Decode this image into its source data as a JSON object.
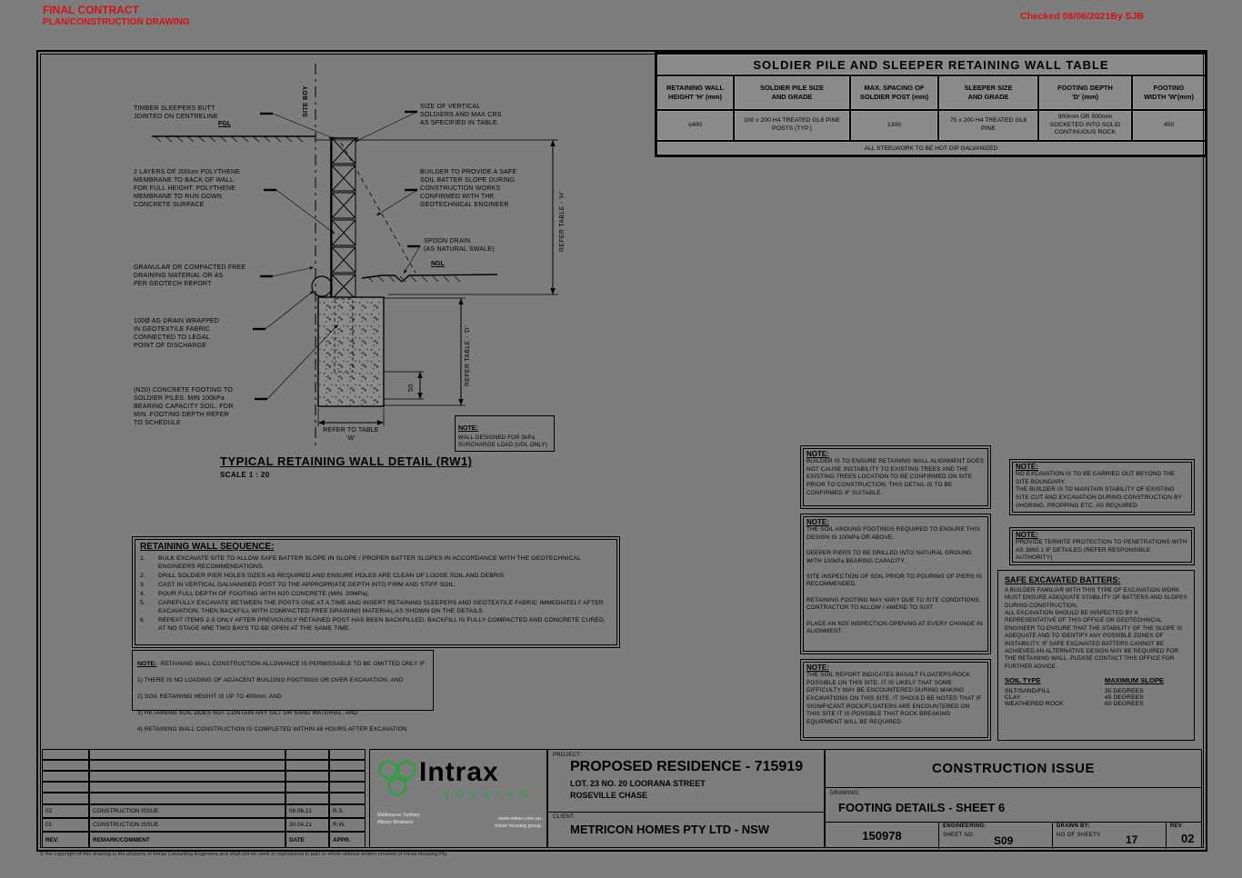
{
  "stamps": {
    "line1": "FINAL CONTRACT",
    "line2": "PLAN/CONSTRUCTION DRAWING",
    "checked": "Checked 08/06/2021By SJB"
  },
  "pile_table": {
    "title": "SOLDIER PILE AND SLEEPER RETAINING WALL TABLE",
    "headers": [
      "RETAINING WALL\nHEIGHT 'H' (mm)",
      "SOLDIER PILE SIZE\nAND GRADE",
      "MAX. SPACING OF\nSOLDIER POST (mm)",
      "SLEEPER SIZE\nAND GRADE",
      "FOOTING DEPTH\n'D' (mm)",
      "FOOTING\nWIDTH 'W'(mm)"
    ],
    "row": [
      "≤400",
      "100 x 200 H4 TREATED GL8 PINE\nPOSTS (TYP.)",
      "1300",
      "75 x 200 H4 TREATED GL8\nPINE",
      "900mm OR 500mm\nSOCKETED INTO SOLID\nCONTINUOUS ROCK",
      "450"
    ],
    "footnote": "ALL STEELWORK TO BE HOT DIP GALVANIZED"
  },
  "detail": {
    "title": "TYPICAL RETAINING WALL DETAIL (RW1)",
    "scale": "SCALE 1 : 20",
    "boundary_label": "SITE BDY",
    "fgl_label": "FGL",
    "ngl_label": "NGL",
    "ann_sleepers": "TIMBER SLEEPERS BUTT\nJOINTED ON CENTRELINE",
    "ann_membrane": "2 LAYERS OF 200um POLYTHENE\nMEMBRANE TO BACK OF WALL\nFOR FULL HEIGHT. POLYTHENE\nMEMBRANE TO RUN DOWN\nCONCRETE SURFACE",
    "ann_granular": "GRANULAR OR COMPACTED FREE\nDRAINING MATERIAL OR AS\nPER GEOTECH REPORT",
    "ann_agdrain": "100Ø AG DRAIN WRAPPED\nIN GEOTEXTILE FABRIC\nCONNECTED TO LEGAL\nPOINT OF DISCHARGE",
    "ann_footing": "(N20) CONCRETE FOOTING TO\nSOLDIER PILES. MIN 100kPa\nBEARING CAPACITY SOIL. FOR\nMIN. FOOTING DEPTH REFER\nTO SCHEDULE",
    "ann_soldiers": "SIZE OF VERTICAL\nSOLDIERS AND MAX CRS\nAS SPECIFIED IN TABLE.",
    "ann_batter": "BUILDER TO PROVIDE A SAFE\nSOIL BATTER SLOPE DURING\nCONSTRUCTION WORKS\nCONFIRMED WITH THE\nGEOTECHNICAL ENGINEER",
    "ann_spoon": "SPOON DRAIN\n(AS NATURAL SWALE)",
    "dim_h": "REFER TABLE - 'H'",
    "dim_d": "REFER TABLE - 'D'",
    "dim_w": "REFER TO TABLE\n'W'",
    "dim_50": "50",
    "note_label": "NOTE:",
    "note_body": "WALL DESIGNED FOR 5kPa\nSURCHARGE LOAD (UDL ONLY)"
  },
  "sequence": {
    "heading": "RETAINING WALL SEQUENCE:",
    "items": [
      {
        "num": "1.",
        "text": "BULK EXCAVATE SITE TO ALLOW SAFE BATTER SLOPE IN SLOPE / PROPER BATTER SLOPES IN ACCORDANCE WITH THE GEOTECHNICAL ENGINEERS RECOMMENDATIONS."
      },
      {
        "num": "2.",
        "text": "DRILL SOLDIER PIER HOLES SIZES AS REQUIRED AND ENSURE HOLES ARE CLEAN OF LOOSE SOIL AND DEBRIS"
      },
      {
        "num": "3.",
        "text": "CAST IN VERTICAL GALVANISED POST TO THE APPROPRIATE DEPTH INTO FIRM AND STIFF SOIL."
      },
      {
        "num": "4.",
        "text": "POUR FULL DEPTH OF FOOTING WITH N20 CONCRETE (MIN. 20MPa)."
      },
      {
        "num": "5.",
        "text": "CAREFULLY EXCAVATE BETWEEN THE POSTS ONE AT A TIME AND INSERT RETAINING SLEEPERS AND GEOTEXTILE FABRIC IMMEDIATELY AFTER EXCAVATION, THEN BACKFILL WITH COMPACTED FREE DRAINING MATERIAL AS SHOWN ON THE DETAILS"
      },
      {
        "num": "6.",
        "text": "REPEAT ITEMS 2-5 ONLY AFTER PREVIOUSLY RETAINED POST HAS BEEN BACKFILLED, BACKFILL IS FULLY COMPACTED AND CONCRETE CURED. AT NO STAGE ARE TWO BAYS TO BE OPEN AT THE SAME TIME."
      }
    ]
  },
  "allowance_note": {
    "label": "NOTE:",
    "body": "RETAINING WALL CONSTRUCTION ALLOWANCE IS PERMISSABLE TO BE OMITTED ONLY IF:\n1) THERE IS NO LOADING OF ADJACENT BUILDING FOOTINGS OR OVER EXCAVATION, AND\n2) SOIL RETAINING HEIGHT IS UP TO 400mm, AND\n3) RETAINING SOIL DOES NOT CONTAIN ANY SILT OR SAND MATERIAL, AND\n4) RETAINING WALL CONSTRUCTION IS COMPLETED WITHIN 48 HOURS AFTER EXCAVATION"
  },
  "notes": {
    "trees": {
      "label": "NOTE:",
      "body": "BUILDER IS TO ENSURE RETAINING WALL ALIGNMENT DOES NOT CAUSE INSTABILITY TO EXISTING TREES AND THE EXISTING TREES LOCATION TO BE CONFIRMED ON SITE PRIOR TO CONSTRUCTION. THIS DETAIL IS TO BE CONFIRMED IF SUITABLE."
    },
    "soil": {
      "label": "NOTE:",
      "body": "THE SOIL AROUND FOOTINGS REQUIRED TO ENSURE THIS DESIGN IS 100kPa OR ABOVE.\n\nDEEPER PIERS TO BE DRILLED INTO NATURAL GROUND WITH 100kPa BEARING CAPACITY.\n\nSITE INSPECTION OF SOIL PRIOR TO POURING OF PIERS IS RECOMMENDED.\n\nRETAINING FOOTING MAY VARY DUE TO SITE CONDITIONS, CONTRACTOR TO ALLOW / AMEND TO SUIT.\n\nPLACE AN N20 INSPECTION OPENING AT EVERY CHANGE IN ALIGNMENT."
    },
    "rock": {
      "label": "NOTE:",
      "body": "THE SOIL REPORT INDICATES BASALT FLOATERS/ROCK POSSIBLE ON THIS SITE. IT IS LIKELY THAT SOME DIFFICULTY MAY BE ENCOUNTERED DURING MAKING EXCAVATIONS ON THIS SITE. IT SHOULD BE NOTED THAT IF SIGNIFICANT ROCK/FLOATERS ARE ENCOUNTERED ON THIS SITE IT IS POSSIBLE THAT ROCK BREAKING EQUIPMENT WILL BE REQUIRED."
    },
    "boundary": {
      "label": "NOTE:",
      "body": "NO EXCAVATION IS TO BE CARRIED OUT BEYOND THE SITE BOUNDARY.\nTHE BUILDER IS TO MAINTAIN STABILITY OF EXISTING SITE CUT AND EXCAVATION DURING CONSTRUCTION BY SHORING, PROPPING ETC. AS REQUIRED"
    },
    "termite": {
      "label": "NOTE:",
      "body": "PROVIDE TERMITE PROTECTION TO PENETRATIONS WITH AS 3660.1 IF DETAILED (REFER RESPONSIBLE AUTHORITY)"
    }
  },
  "batters": {
    "heading": "SAFE EXCAVATED BATTERS:",
    "body": "A BUILDER FAMILIAR WITH THIS TYPE OF EXCAVATION WORK MUST ENSURE ADEQUATE STABILITY OF BATTERS AND SLOPES DURING CONSTRUCTION.\nALL EXCAVATION SHOULD BE INSPECTED BY A REPRESENTATIVE OF THIS OFFICE OR GEOTECHNICAL ENGINEER TO ENSURE THAT THE STABILITY OF THE SLOPE IS ADEQUATE AND TO IDENTIFY ANY POSSIBLE ZONES OF INSTABILITY. IF SAFE EXCAVATED BATTERS CANNOT BE ACHIEVED AN ALTERNATIVE DESIGN MAY BE REQUIRED FOR THE RETAINING WALL. PLEASE CONTACT THIS OFFICE FOR FURTHER ADVICE.",
    "col1": "SOIL TYPE",
    "col2": "MAXIMUM SLOPE",
    "rows": [
      {
        "soil": "SILT/SAND/FILL",
        "slope": "30 DEGREES"
      },
      {
        "soil": "CLAY",
        "slope": "45 DEGREES"
      },
      {
        "soil": "WEATHERED ROCK",
        "slope": "60 DEGREES"
      }
    ]
  },
  "revisions": {
    "headers": {
      "rev": "REV.",
      "remark": "REMARK/COMMENT",
      "date": "DATE",
      "appr": "APPR."
    },
    "rows": [
      {
        "rev": "02",
        "remark": "CONSTRUCTION ISSUE",
        "date": "08.06.21",
        "appr": "R.S."
      },
      {
        "rev": "01",
        "remark": "CONSTRUCTION ISSUE",
        "date": "30.04.21",
        "appr": "R.W."
      }
    ]
  },
  "intrax": {
    "brand": "Intrax",
    "division": "H O U S I N G",
    "offices": "Melbourne   Sydney\nAlbury   Brisbane",
    "web": "www.intrax.com.au\nintrax housing group"
  },
  "titleblock": {
    "project_label": "PROJECT:",
    "project_title": "PROPOSED RESIDENCE - 715919",
    "address1": "LOT. 23 NO. 20 LOORANA STREET",
    "address2": "ROSEVILLE CHASE",
    "client_label": "CLIENT:",
    "client": "METRICON HOMES PTY LTD - NSW",
    "issue": "CONSTRUCTION ISSUE",
    "drawing_label": "DRAWING:",
    "drawing": "FOOTING DETAILS - SHEET 6",
    "job_no": "150978",
    "engineering_label": "ENGINEERING:",
    "sheet_label": "SHEET NO:",
    "sheet_no": "S09",
    "drawn_label": "DRAWN BY:",
    "sheets_label": "NO OF SHEETS",
    "sheets": "17",
    "rev_label": "REV",
    "rev": "02"
  },
  "copyright": "© the copyright of this drawing is the property of Intrax Consulting Engineers and shall not be used or reproduced in part or whole without written consent of Intrax Housing Pty."
}
